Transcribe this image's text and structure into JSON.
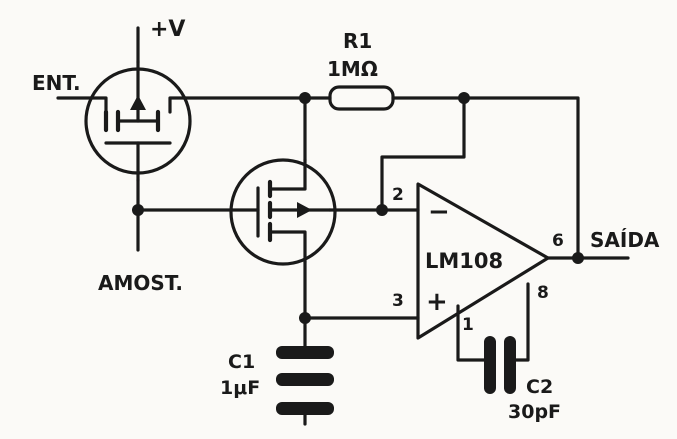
{
  "labels": {
    "supply": "+V",
    "input": "ENT.",
    "sample": "AMOST.",
    "output": "SAÍDA",
    "r1_name": "R1",
    "r1_value": "1MΩ",
    "c1_name": "C1",
    "c1_value": "1μF",
    "c2_name": "C2",
    "c2_value": "30pF",
    "opamp": "LM108",
    "pin_inv": "2",
    "pin_noninv": "3",
    "pin_out": "6",
    "pin_comp1": "1",
    "pin_comp8": "8",
    "sign_minus": "−",
    "sign_plus": "+"
  },
  "colors": {
    "ink": "#1a1a1a",
    "paper": "#fbfaf7"
  }
}
